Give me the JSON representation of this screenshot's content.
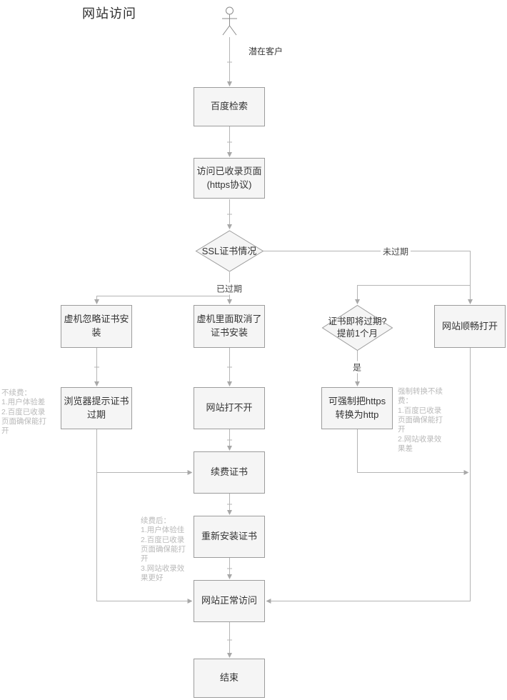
{
  "title": "网站访问",
  "actor": {
    "icon": "person-icon",
    "label": "潜在客户"
  },
  "nodes": {
    "baidu_search": {
      "type": "process",
      "label": "百度检索"
    },
    "visit_indexed_page": {
      "type": "process",
      "label": "访问已收录页面\n(https协议)"
    },
    "ssl_cert_status": {
      "type": "decision",
      "label": "SSL证书情况"
    },
    "vm_ignore_cert_install": {
      "type": "process",
      "label": "虚机忽略证书安装"
    },
    "vm_cancelled_cert_install": {
      "type": "process",
      "label": "虚机里面取消了证书安装"
    },
    "cert_expiring_soon": {
      "type": "decision",
      "label": "证书即将过期?\n提前1个月"
    },
    "site_opens_smoothly": {
      "type": "process",
      "label": "网站顺畅打开"
    },
    "browser_cert_expired_warning": {
      "type": "process",
      "label": "浏览器提示证书过期"
    },
    "site_wont_open": {
      "type": "process",
      "label": "网站打不开"
    },
    "force_https_to_http": {
      "type": "process",
      "label": "可强制把https\n转换为http"
    },
    "renew_cert": {
      "type": "process",
      "label": "续费证书"
    },
    "reinstall_cert": {
      "type": "process",
      "label": "重新安装证书"
    },
    "site_normal_access": {
      "type": "process",
      "label": "网站正常访问"
    },
    "end": {
      "type": "terminal",
      "label": "结束"
    }
  },
  "edge_labels": {
    "not_expired": "未过期",
    "expired": "已过期",
    "yes": "是"
  },
  "annotations": {
    "no_renewal": "不续费：\n1.用户体验差\n2.百度已收录页面确保能打开",
    "forced_conversion_no_renewal": "强制转换不续费：\n1.百度已收录页面确保能打开\n2.网站收录效果差",
    "after_renewal": "续费后：\n1.用户体验佳\n2.百度已收录页面确保能打开\n3.网站收录效果更好"
  },
  "colors": {
    "background": "#ffffff",
    "node_fill": "#f5f5f5",
    "node_border": "#9c9c9c",
    "connector": "#b5b5b5",
    "arrowhead": "#a8a8a8",
    "node_text": "#333333",
    "edge_label_text": "#444444",
    "annotation_text": "#b9b9b9"
  }
}
